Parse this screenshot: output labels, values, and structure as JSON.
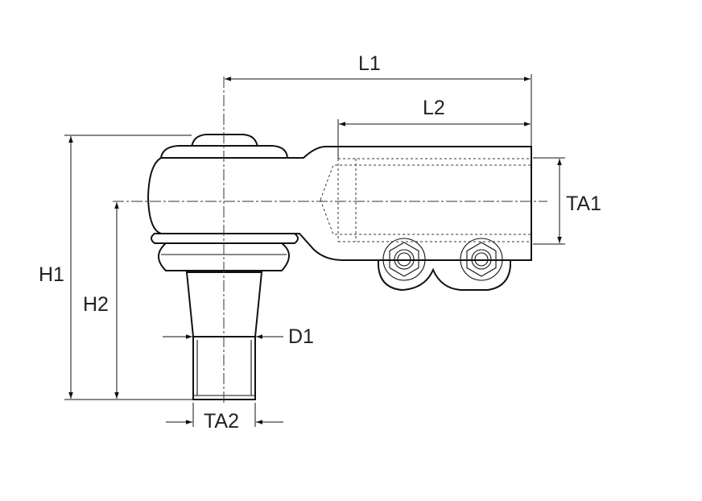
{
  "dimension_labels": {
    "l1": "L1",
    "l2": "L2",
    "ta1": "TA1",
    "h1": "H1",
    "h2": "H2",
    "d1": "D1",
    "ta2": "TA2"
  }
}
